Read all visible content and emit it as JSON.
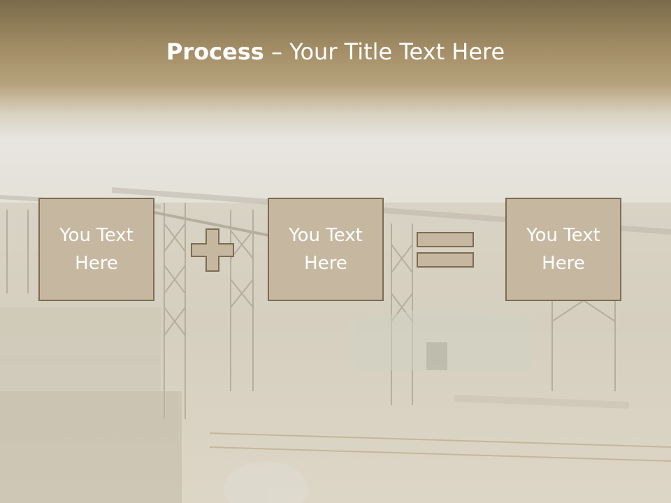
{
  "title": {
    "bold": "Process",
    "rest": " – Your Title Text Here"
  },
  "boxes": [
    {
      "label": "You Text Here"
    },
    {
      "label": "You Text Here"
    },
    {
      "label": "You Text Here"
    }
  ],
  "operators": [
    "plus",
    "equals"
  ],
  "colors": {
    "box_fill": "#c6b8a0",
    "box_border": "#7c6c52",
    "header": "#a28d66"
  }
}
